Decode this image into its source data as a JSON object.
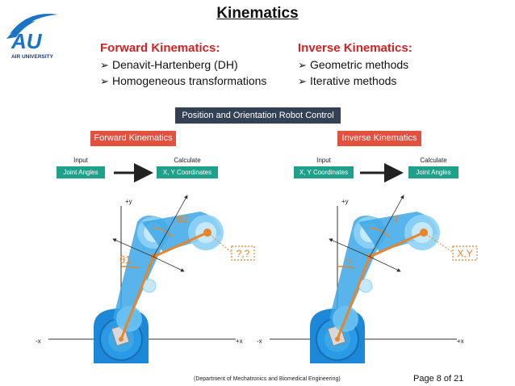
{
  "logo": {
    "letters": "AU",
    "text": "AIR UNIVERSITY"
  },
  "title": "Kinematics",
  "forward": {
    "heading": "Forward Kinematics:",
    "bullets": [
      "Denavit-Hartenberg (DH)",
      "Homogeneous transformations"
    ]
  },
  "inverse": {
    "heading": "Inverse Kinematics:",
    "bullets": [
      "Geometric methods",
      "Iterative methods"
    ]
  },
  "bullet_symbol": "➢",
  "diagram": {
    "banner": "Position and Orientation Robot Control",
    "left": {
      "header": "Forward Kinematics",
      "input_label": "Input",
      "input_value": "Joint Angles",
      "calc_label": "Calculate",
      "calc_value": "X, Y Coordinates",
      "end_label": "?,?",
      "theta1": "θ1",
      "theta2": "θ2"
    },
    "right": {
      "header": "Inverse Kinematics",
      "input_label": "Input",
      "input_value": "X, Y Coordinates",
      "calc_label": "Calculate",
      "calc_value": "Joint Angles",
      "end_label": "X,Y",
      "theta1": "?",
      "theta2": "?"
    },
    "axes": {
      "py": "+y",
      "px": "+x",
      "nx": "-x"
    },
    "colors": {
      "arm": "#3ba7e6",
      "base": "#1e88d8",
      "accent": "#e8842a",
      "teal": "#1fa08a",
      "red": "#e25040"
    }
  },
  "footer": "(Department of Mechatronics and Biomedical Engineering)",
  "page": "Page 8 of 21"
}
